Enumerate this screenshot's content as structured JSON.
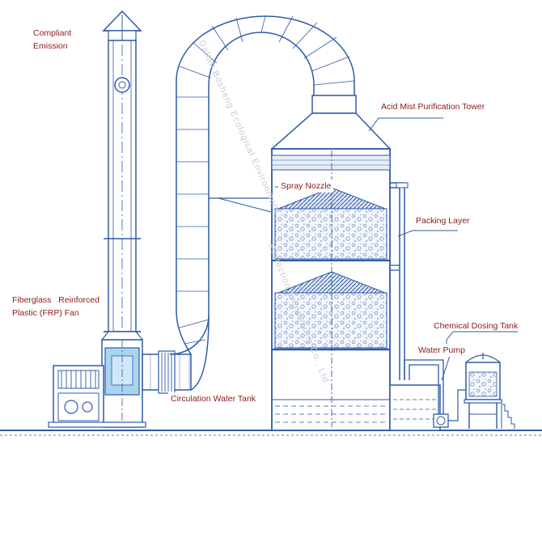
{
  "labels": {
    "compliant_emission": [
      "Compliant",
      "Emission"
    ],
    "frp_fan": [
      "Fiberglass   Reinforced",
      "Plastic (FRP) Fan"
    ],
    "tower": "Acid Mist Purification Tower",
    "spray_nozzle": "Spray Nozzle",
    "packing_layer": "Packing Layer",
    "chemical_dosing_tank": "Chemical Dosing Tank",
    "water_pump": "Water Pump",
    "circulation_water_tank": "Circulation Water Tank"
  },
  "watermark": {
    "line1": "Dalian Bosheng Ecological Environment",
    "line2": "Protection Engineering Co., Ltd."
  },
  "colors": {
    "line": "#2f5aa8",
    "label": "#8b1a1a",
    "fill_light": "#e8eef8",
    "fan_highlight": "#a8d4f0"
  }
}
